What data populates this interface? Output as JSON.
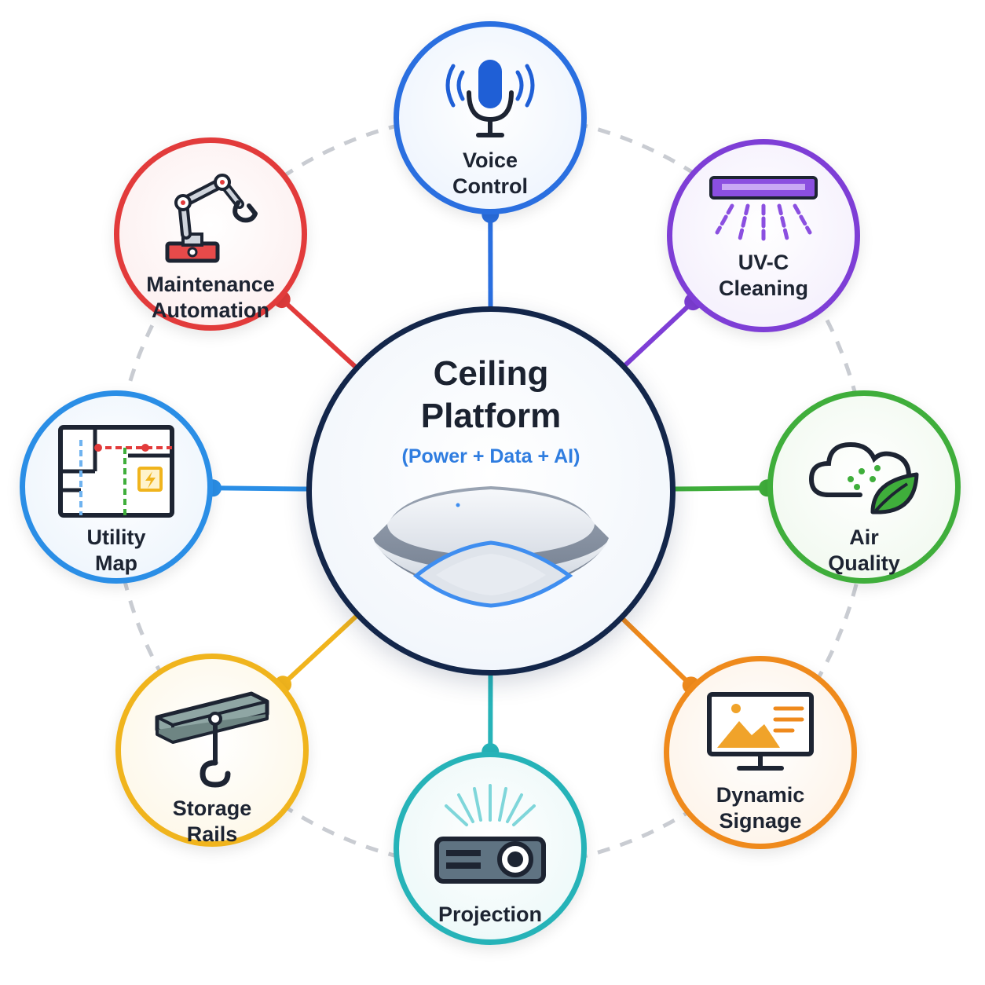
{
  "center": {
    "title": "Ceiling\nPlatform",
    "subtitle": "(Power + Data + AI)",
    "color": "#13264a"
  },
  "nodes": [
    {
      "id": "voice-control",
      "label": "Voice\nControl",
      "color": "#2a6fe0",
      "bg": "#eaf2fd",
      "icon": "microphone-icon"
    },
    {
      "id": "uv-c-cleaning",
      "label": "UV-C\nCleaning",
      "color": "#7e3ed6",
      "bg": "#f2ecfc",
      "icon": "uv-lamp-icon"
    },
    {
      "id": "air-quality",
      "label": "Air\nQuality",
      "color": "#3fae3b",
      "bg": "#eef8ec",
      "icon": "cloud-leaf-icon"
    },
    {
      "id": "dynamic-signage",
      "label": "Dynamic\nSignage",
      "color": "#ef8a1c",
      "bg": "#fdf1e4",
      "icon": "monitor-icon"
    },
    {
      "id": "projection",
      "label": "Projection",
      "color": "#26b3b8",
      "bg": "#e8f7f7",
      "icon": "projector-icon"
    },
    {
      "id": "storage-rails",
      "label": "Storage\nRails",
      "color": "#f0b41d",
      "bg": "#fdf6e3",
      "icon": "rail-hook-icon"
    },
    {
      "id": "utility-map",
      "label": "Utility\nMap",
      "color": "#2a8ee6",
      "bg": "#eaf3fc",
      "icon": "map-icon"
    },
    {
      "id": "maintenance-automation",
      "label": "Maintenance\nAutomation",
      "color": "#e23b3b",
      "bg": "#fcecec",
      "icon": "robot-arm-icon"
    }
  ]
}
